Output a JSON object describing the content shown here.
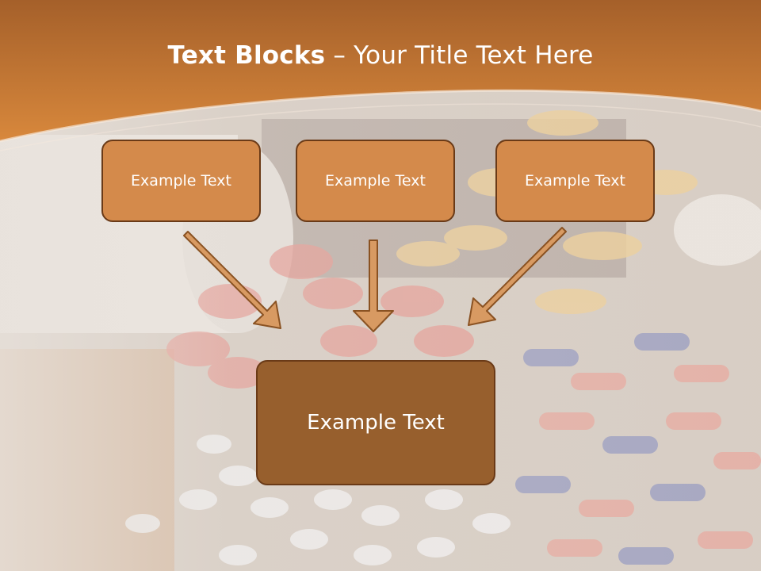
{
  "slide": {
    "title_bold": "Text Blocks",
    "title_dash": " – ",
    "title_rest": "Your Title Text Here",
    "top_boxes": [
      {
        "label": "Example Text"
      },
      {
        "label": "Example Text"
      },
      {
        "label": "Example Text"
      }
    ],
    "bottom_box": {
      "label": "Example Text"
    }
  },
  "colors": {
    "header_orange": "#c9752c",
    "box_fill": "#d48a4b",
    "box_dark_fill": "#975f2d",
    "box_border": "#6a3a17",
    "arrow_fill": "#d89a62",
    "arrow_stroke": "#8a5222"
  }
}
